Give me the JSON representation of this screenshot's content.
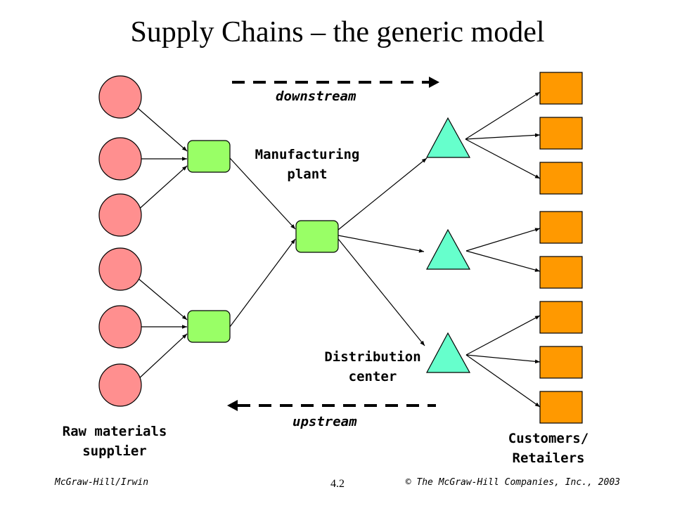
{
  "title": "Supply Chains – the generic model",
  "labels": {
    "downstream": "downstream",
    "upstream": "upstream",
    "manufacturing_line1": "Manufacturing",
    "manufacturing_line2": "plant",
    "distribution_line1": "Distribution",
    "distribution_line2": "center",
    "raw_line1": "Raw materials",
    "raw_line2": "supplier",
    "customers_line1": "Customers/",
    "customers_line2": "Retailers"
  },
  "footer": {
    "publisher": "McGraw-Hill/Irwin",
    "page": "4.2",
    "copyright": "© The McGraw-Hill Companies, Inc., 2003"
  },
  "colors": {
    "supplier": "#FF8F8F",
    "plant": "#99FF66",
    "distribution": "#66FFCC",
    "customer": "#FF9900",
    "outline": "#000000"
  }
}
